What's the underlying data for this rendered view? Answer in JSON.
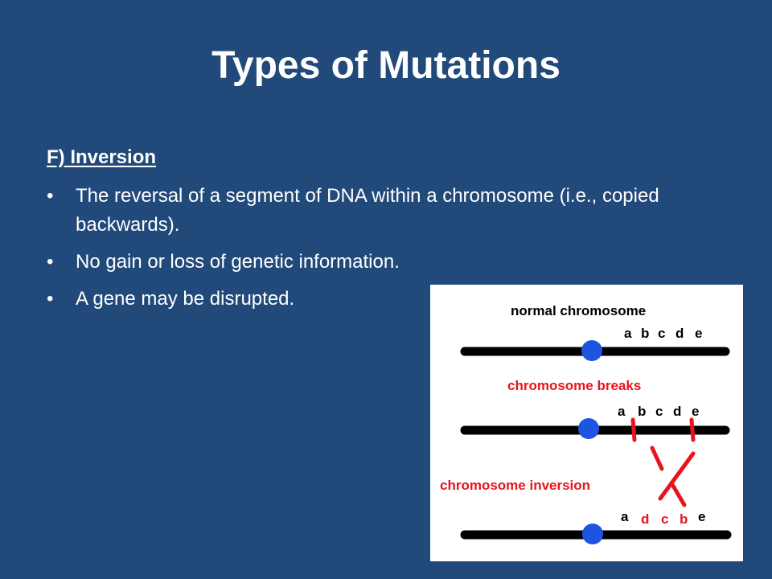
{
  "slide": {
    "title": "Types of Mutations",
    "section_heading": "F) Inversion",
    "bullets": [
      {
        "marker": "•",
        "text": "The reversal of a segment of DNA within a chromosome (i.e., copied backwards)."
      },
      {
        "marker": "•",
        "text": "No gain or loss of genetic information."
      },
      {
        "marker": "•",
        "text": "A gene may be disrupted."
      }
    ]
  },
  "figure": {
    "labels": {
      "normal": "normal chromosome",
      "breaks": "chromosome breaks",
      "inversion": "chromosome inversion"
    },
    "rows": {
      "normal": [
        "a",
        "b",
        "c",
        "d",
        "e"
      ],
      "breaks": [
        "a",
        "b",
        "c",
        "d",
        "e"
      ],
      "inverted": [
        "a",
        "d",
        "c",
        "b",
        "e"
      ]
    }
  },
  "colors": {
    "background": "#21497a",
    "text": "#ffffff",
    "highlight_red": "#e8141b",
    "centromere_blue": "#1e55e0",
    "chromosome_black": "#000000"
  }
}
